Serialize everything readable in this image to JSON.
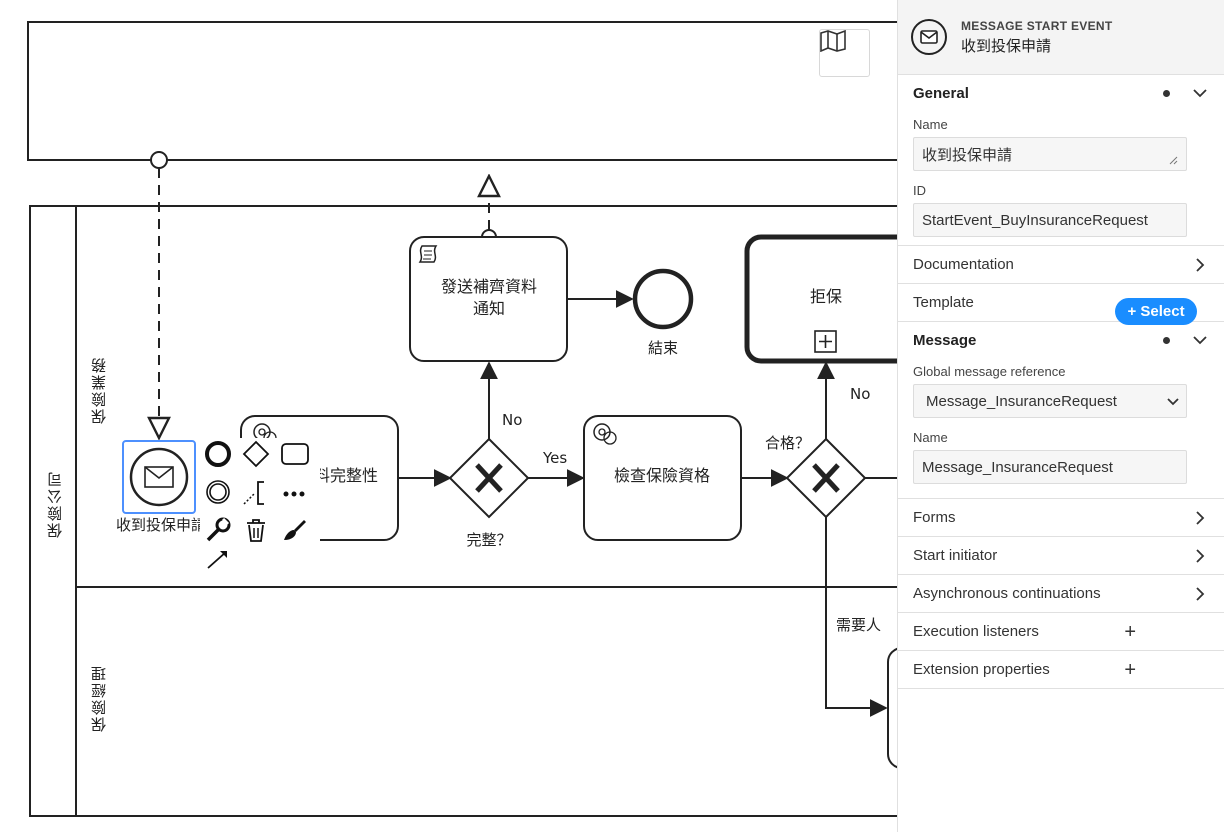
{
  "canvas": {
    "pool_label": "保險公司",
    "lanes": [
      {
        "label": "保險業務"
      },
      {
        "label": "保險經理"
      }
    ],
    "nodes": {
      "start_event_label": "收到投保申請",
      "task_check_completeness": "料完整性",
      "task_send_notice_line1": "發送補齊資料",
      "task_send_notice_line2": "通知",
      "end_event_label": "結束",
      "task_check_eligibility": "檢查保險資格",
      "subprocess_reject": "拒保",
      "gateway_complete_label": "完整？",
      "gateway_qualified_label": "合格？",
      "label_yes": "Yes",
      "label_no_top": "No",
      "label_no_right": "No",
      "label_need_manager": "需要人"
    },
    "minimap_icon": "map-icon"
  },
  "panel": {
    "header": {
      "type": "MESSAGE START EVENT",
      "name": "收到投保申請",
      "icon": "envelope-icon"
    },
    "general": {
      "title": "General",
      "name_label": "Name",
      "name_value": "收到投保申請",
      "id_label": "ID",
      "id_value": "StartEvent_BuyInsuranceRequest"
    },
    "documentation": {
      "title": "Documentation"
    },
    "template": {
      "title": "Template",
      "button": "+ Select"
    },
    "message": {
      "title": "Message",
      "ref_label": "Global message reference",
      "ref_value": "Message_InsuranceRequest",
      "name_label": "Name",
      "name_value": "Message_InsuranceRequest"
    },
    "forms": {
      "title": "Forms"
    },
    "start_initiator": {
      "title": "Start initiator"
    },
    "async": {
      "title": "Asynchronous continuations"
    },
    "exec_listeners": {
      "title": "Execution listeners"
    },
    "ext_props": {
      "title": "Extension properties"
    }
  },
  "colors": {
    "selection": "#4d90fe",
    "accent_button": "#1a8dff",
    "panel_header_bg": "#f4f4f4"
  }
}
